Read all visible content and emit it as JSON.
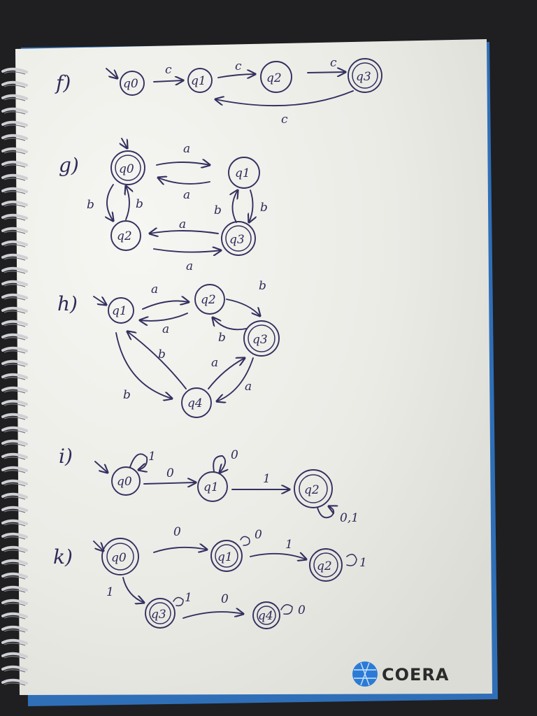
{
  "colors": {
    "paper": "#efefea",
    "ink": "#33305f",
    "background": "#1f1f21",
    "logo": "#2b7bd6"
  },
  "brand": {
    "text": "COERA"
  },
  "sections": [
    {
      "id": "f",
      "label": "f)",
      "states": [
        "q0",
        "q1",
        "q2",
        "q3"
      ],
      "edges": [
        "c",
        "c",
        "c",
        "c"
      ]
    },
    {
      "id": "g",
      "label": "g)",
      "states": [
        "q0",
        "q1",
        "q2",
        "q3"
      ],
      "edges": [
        "a",
        "a",
        "b",
        "b",
        "b",
        "b",
        "a",
        "a"
      ]
    },
    {
      "id": "h",
      "label": "h)",
      "states": [
        "q1",
        "q2",
        "q3",
        "q4"
      ],
      "edges": [
        "a",
        "a",
        "b",
        "b",
        "b",
        "b",
        "a",
        "a"
      ]
    },
    {
      "id": "i",
      "label": "i)",
      "states": [
        "q0",
        "q1",
        "q2"
      ],
      "edges": [
        "1",
        "0",
        "0",
        "1",
        "0,1"
      ]
    },
    {
      "id": "k",
      "label": "k)",
      "states": [
        "q0",
        "q1",
        "q2",
        "q3",
        "q4"
      ],
      "edges": [
        "0",
        "0",
        "1",
        "1",
        "1",
        "1",
        "0",
        "0"
      ]
    }
  ]
}
